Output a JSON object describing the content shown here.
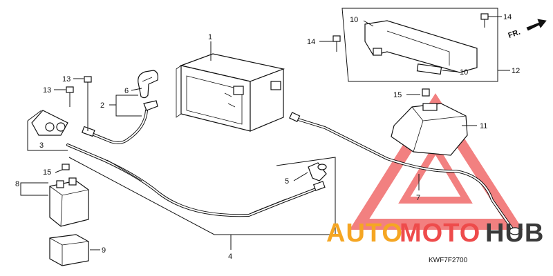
{
  "diagram": {
    "callouts": {
      "c1": "1",
      "c2": "2",
      "c3": "3",
      "c4": "4",
      "c5": "5",
      "c6": "6",
      "c7": "7",
      "c8": "8",
      "c9": "9",
      "c10a": "10",
      "c10b": "10",
      "c11": "11",
      "c12": "12",
      "c13a": "13",
      "c13b": "13",
      "c14a": "14",
      "c14b": "14",
      "c15a": "15",
      "c15b": "15"
    },
    "front_indicator": "FR.",
    "drawing_code": "KWF7F2700"
  },
  "watermark": {
    "part1": "AUTO",
    "part2": "MOTO",
    "part3": "HUB",
    "colors": {
      "orange": "#f5a623",
      "red": "#ee4b4b",
      "dark": "#3a3a3a",
      "triangle": "#f06a6a"
    }
  }
}
